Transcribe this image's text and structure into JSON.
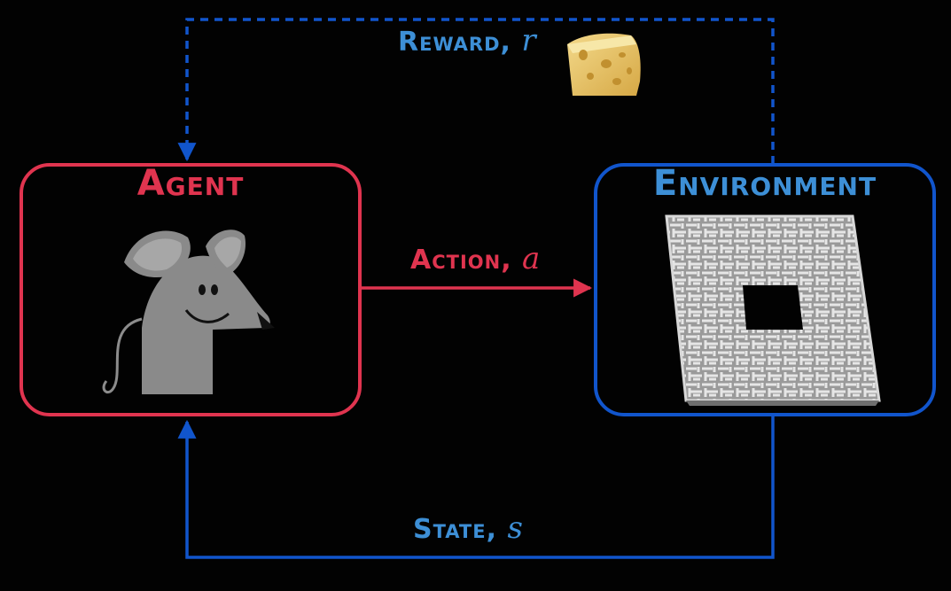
{
  "agent": {
    "title": "Agent"
  },
  "environment": {
    "title": "Environment"
  },
  "reward": {
    "word": "Reward,",
    "var": "r"
  },
  "action": {
    "word": "Action,",
    "var": "a"
  },
  "state": {
    "word": "State,",
    "var": "s"
  },
  "colors": {
    "agent": "#e0344f",
    "environment": "#1155cc",
    "label_blue": "#3d8fd6",
    "background": "#020202"
  },
  "icons": {
    "agent": "mouse-icon",
    "environment": "maze-icon",
    "reward": "cheese-icon"
  }
}
